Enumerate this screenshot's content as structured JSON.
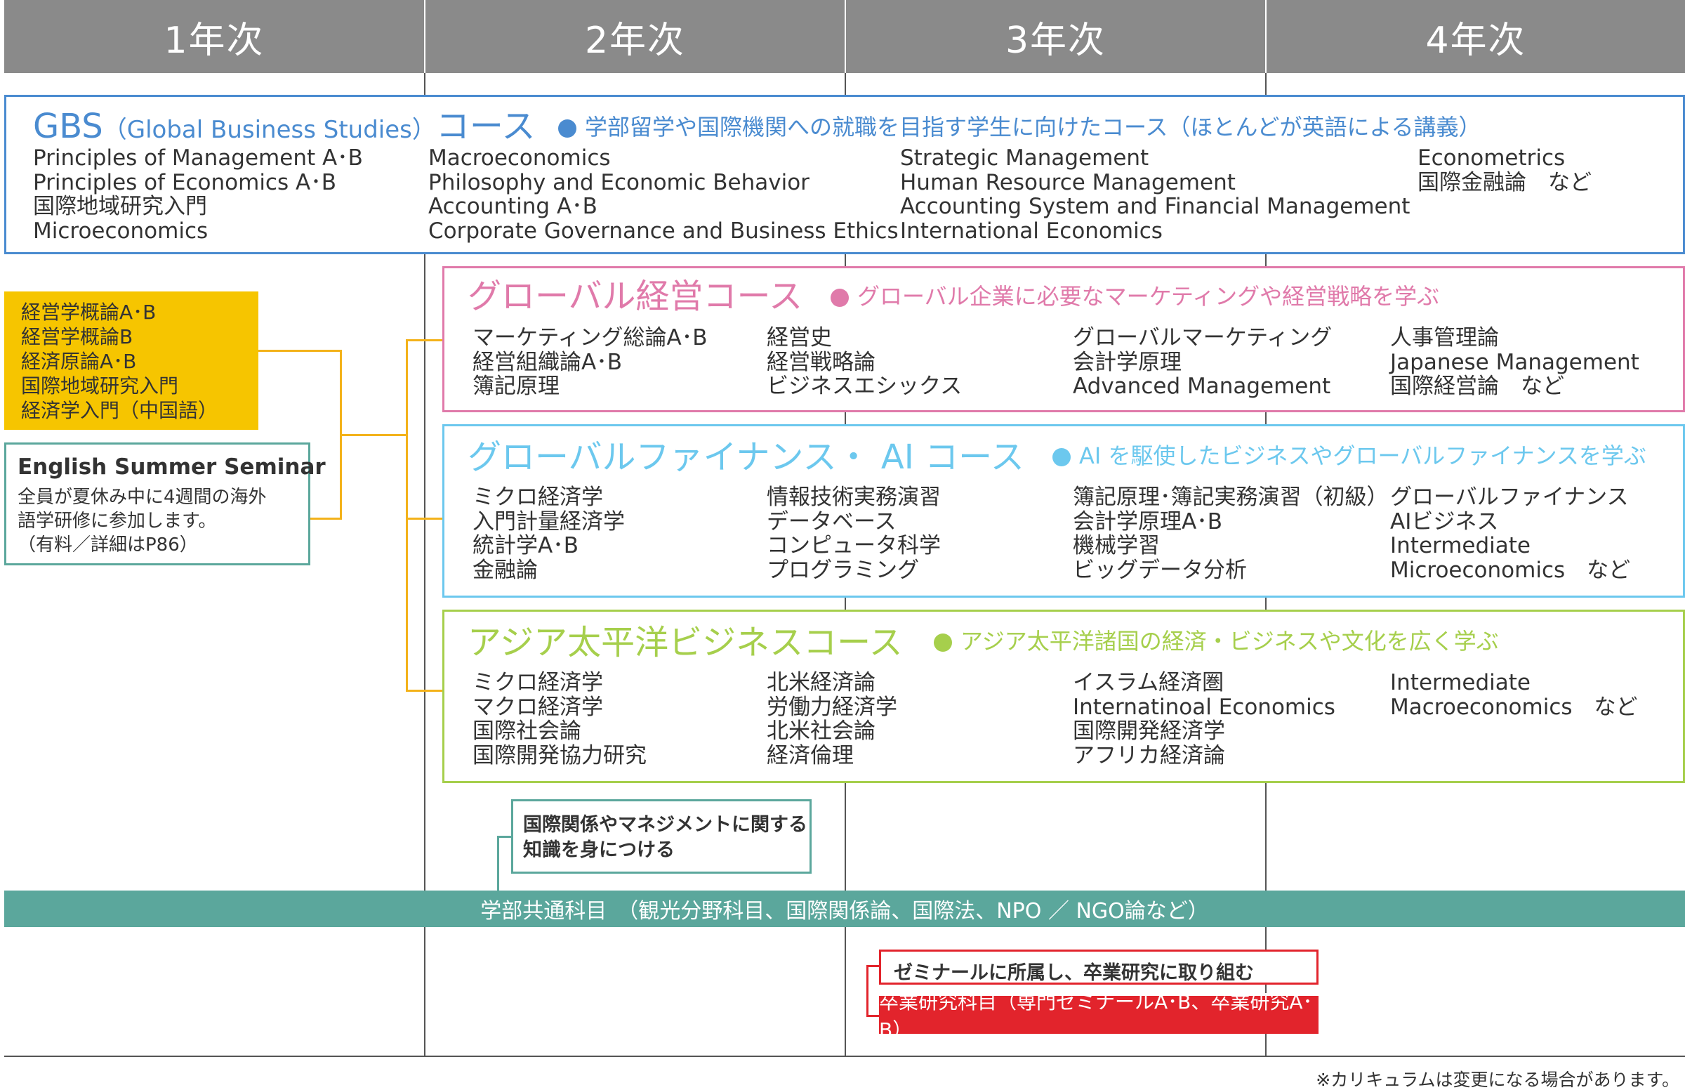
{
  "header": {
    "years": [
      "1年次",
      "2年次",
      "3年次",
      "4年次"
    ]
  },
  "gbs": {
    "title_main": "GBS",
    "title_paren": "（Global Business Studies）",
    "title_course": "コース",
    "subtitle": "学部留学や国際機関への就職を目指す学生に向けたコース（ほとんどが英語による講義）",
    "col1": [
      "Principles of Management A･B",
      "Principles of Economics A･B",
      "国際地域研究入門",
      "Microeconomics"
    ],
    "col2": [
      "Macroeconomics",
      "Philosophy and Economic Behavior",
      "Accounting A･B",
      "Corporate Governance and Business Ethics"
    ],
    "col3": [
      "Strategic Management",
      "Human Resource Management",
      "Accounting System and Financial Management",
      "International Economics"
    ],
    "col4": [
      "Econometrics",
      "国際金融論　など"
    ]
  },
  "global_mgmt": {
    "title": "グローバル経営コース",
    "subtitle": "グローバル企業に必要なマーケティングや経営戦略を学ぶ",
    "col1": [
      "マーケティング総論A･B",
      "経営組織論A･B",
      "簿記原理"
    ],
    "col2": [
      "経営史",
      "経営戦略論",
      "ビジネスエシックス"
    ],
    "col3": [
      "グローバルマーケティング",
      "会計学原理",
      "Advanced Management"
    ],
    "col4": [
      "人事管理論",
      "Japanese Management",
      "国際経営論　など"
    ]
  },
  "global_finance": {
    "title": "グローバルファイナンス・ AI コース",
    "subtitle": "AI を駆使したビジネスやグローバルファイナンスを学ぶ",
    "col1": [
      "ミクロ経済学",
      "入門計量経済学",
      "統計学A･B",
      "金融論"
    ],
    "col2": [
      "情報技術実務演習",
      "データベース",
      "コンピュータ科学",
      "プログラミング"
    ],
    "col3": [
      "簿記原理･簿記実務演習（初級）",
      "会計学原理A･B",
      "機械学習",
      "ビッグデータ分析"
    ],
    "col4": [
      "グローバルファイナンス",
      "AIビジネス",
      "Intermediate",
      "Microeconomics　など"
    ]
  },
  "asia": {
    "title": "アジア太平洋ビジネスコース",
    "subtitle": "アジア太平洋諸国の経済・ビジネスや文化を広く学ぶ",
    "col1": [
      "ミクロ経済学",
      "マクロ経済学",
      "国際社会論",
      "国際開発協力研究"
    ],
    "col2": [
      "北米経済論",
      "労働力経済学",
      "北米社会論",
      "経済倫理"
    ],
    "col3": [
      "イスラム経済圏",
      "Internatinoal Economics",
      "国際開発経済学",
      "アフリカ経済論"
    ],
    "col4": [
      "Intermediate",
      "Macroeconomics　など"
    ]
  },
  "first_year": {
    "basics": [
      "経営学概論A･B",
      "経営学概論B",
      "経済原論A･B",
      "国際地域研究入門",
      "経済学入門（中国語）"
    ],
    "seminar_title": "English Summer Seminar",
    "seminar_body": [
      "全員が夏休み中に4週間の海外",
      "語学研修に参加します。",
      "（有料／詳細はP86）"
    ]
  },
  "knowledge_note": [
    "国際関係やマネジメントに関する",
    "知識を身につける"
  ],
  "common_subjects": "学部共通科目　（観光分野科目、国際関係論、国際法、NPO ／ NGO論など）",
  "seminar_note": "ゼミナールに所属し、卒業研究に取り組む",
  "graduation_subjects": "卒業研究科目（専門ゼミナールA･B、卒業研究A･B）",
  "footnote": "※カリキュラムは変更になる場合があります。",
  "colors": {
    "gbs": "#4a8bd0",
    "pink": "#e07aaa",
    "blue": "#6cc8ee",
    "green": "#a6cf4c",
    "yellow": "#f6c500",
    "teal": "#5ba79c",
    "red": "#e2242c"
  }
}
